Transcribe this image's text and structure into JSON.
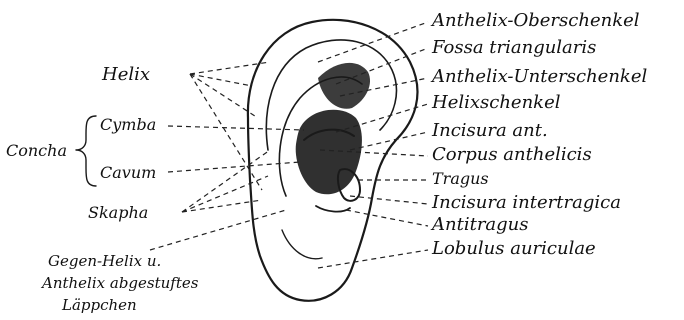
{
  "labels": {
    "anthelix_oberschenkel": "Anthelix-Oberschenkel",
    "fossa_triangularis": "Fossa triangularis",
    "anthelix_unterschenkel": "Anthelix-Unterschenkel",
    "helixschenkel": "Helixschenkel",
    "incisura_ant": "Incisura ant.",
    "corpus_anthelicis": "Corpus anthelicis",
    "tragus": "Tragus",
    "incisura_intertragica": "Incisura intertragica",
    "antitragus": "Antitragus",
    "lobulus_auriculae": "Lobulus auriculae",
    "helix": "Helix",
    "concha": "Concha",
    "cymba": "Cymba",
    "cavum": "Cavum",
    "skapha": "Skapha",
    "gegen_line1": "Gegen-Helix u.",
    "gegen_line2": "Anthelix abgestuftes",
    "gegen_line3": "Läppchen"
  },
  "colors": {
    "ink": "#1a1a1a",
    "background": "#ffffff"
  }
}
